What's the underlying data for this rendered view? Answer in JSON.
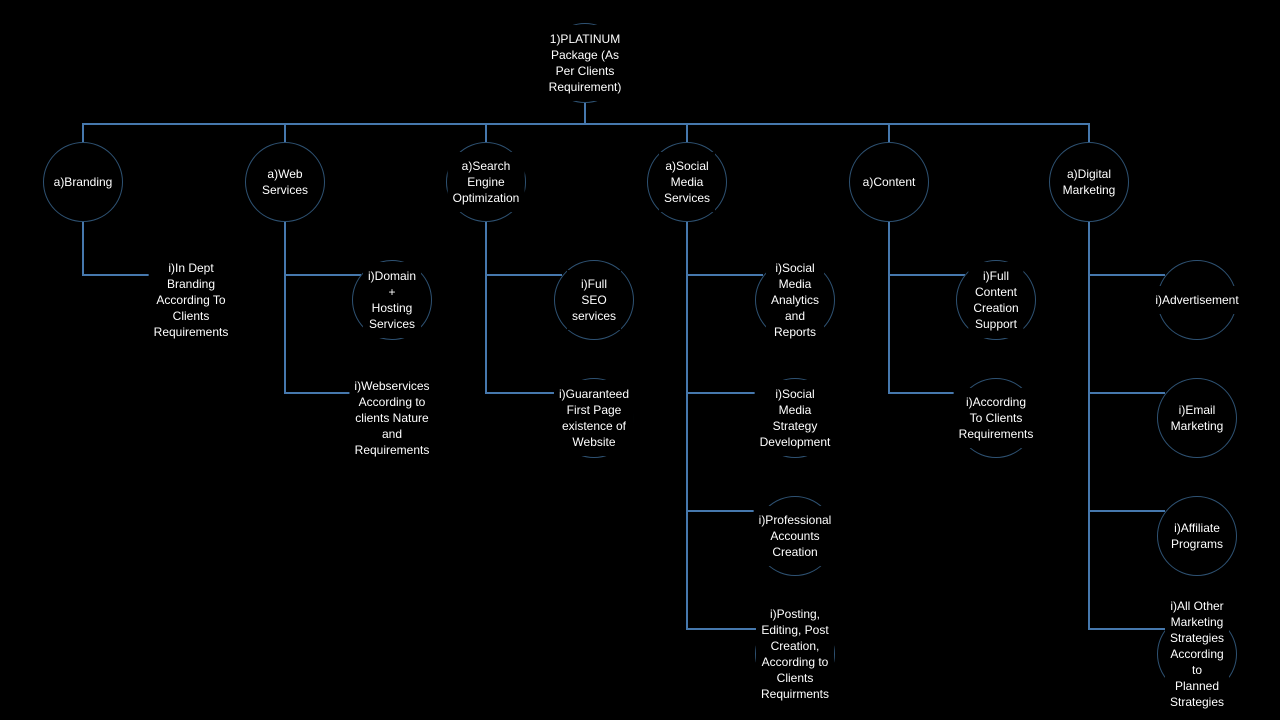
{
  "colors": {
    "background": "#000000",
    "connector_line": "#4678ad",
    "circle_outline": "#2e5273",
    "text": "#ffffff"
  },
  "diagram": {
    "type": "org-hierarchy",
    "root": {
      "label": "1)PLATINUM Package (As\nPer Clients Requirement)"
    },
    "branches": [
      {
        "label": "a)Branding",
        "children": [
          "i)In Dept Branding\nAccording To Clients\nRequirements"
        ]
      },
      {
        "label": "a)Web Services",
        "children": [
          "i)Domain + Hosting\nServices",
          "i)Webservices According to\nclients Nature and\nRequirements"
        ]
      },
      {
        "label": "a)Search Engine\nOptimization",
        "children": [
          "i)Full SEO services",
          "i)Guaranteed First Page\nexistence of Website"
        ]
      },
      {
        "label": "a)Social Media Services",
        "children": [
          "i)Social Media Analytics\nand Reports",
          "i)Social Media Strategy\nDevelopment",
          "i)Professional Accounts\nCreation",
          "i)Posting, Editing, Post\nCreation, According to\nClients Requirments"
        ]
      },
      {
        "label": "a)Content",
        "children": [
          "i)Full Content Creation\nSupport",
          "i)According To Clients\nRequirements"
        ]
      },
      {
        "label": "a)Digital Marketing",
        "children": [
          "i)Advertisement",
          "i)Email Marketing",
          "i)Affiliate Programs",
          "i)All Other Marketing\nStrategies According to\nPlanned Strategies"
        ]
      }
    ]
  }
}
